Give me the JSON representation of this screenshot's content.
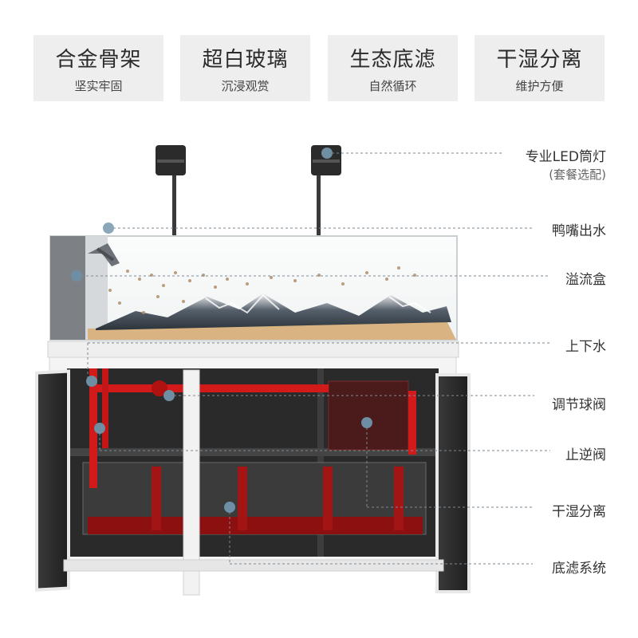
{
  "features": [
    {
      "title": "合金骨架",
      "subtitle": "坚实牢固"
    },
    {
      "title": "超白玻璃",
      "subtitle": "沉浸观赏"
    },
    {
      "title": "生态底滤",
      "subtitle": "自然循环"
    },
    {
      "title": "干湿分离",
      "subtitle": "维护方便"
    }
  ],
  "callouts": {
    "led_light": "专业LED筒灯",
    "led_light_note": "(套餐选配)",
    "duckbill_outlet": "鸭嘴出水",
    "overflow_box": "溢流盒",
    "inlet_outlet": "上下水",
    "ball_valve": "调节球阀",
    "check_valve": "止逆阀",
    "dry_wet_separation": "干湿分离",
    "sump_filter": "底滤系统"
  },
  "colors": {
    "callout_line": "#7a8a96",
    "callout_dot": "#6e8ea3",
    "pipe_red": "#d21a1a",
    "cabinet_white": "#f4f4f4",
    "cabinet_dark": "#2f2f2f"
  }
}
